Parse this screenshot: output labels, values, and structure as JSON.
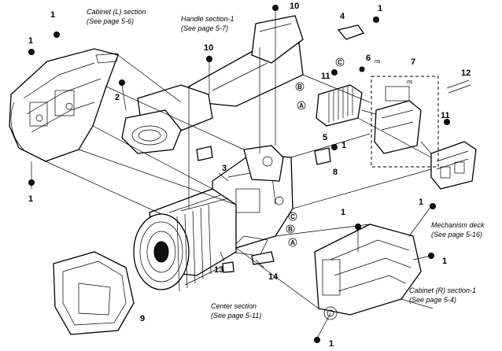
{
  "section_labels": {
    "cabinet_l_title": "Cabinet (L) section",
    "cabinet_l_ref": "(See page 5-6)",
    "handle_title": "Handle section-1",
    "handle_ref": "(See page 5-7)",
    "mechanism_title": "Mechanism deck",
    "mechanism_ref": "(See page 5-16)",
    "cabinet_r_title": "Cabinet (R) section-1",
    "cabinet_r_ref": "(See page 5-4)",
    "center_title": "Center section",
    "center_ref": "(See page 5-11)"
  },
  "callouts": {
    "n1": "1",
    "n2": "2",
    "n3": "3",
    "n4": "4",
    "n5": "5",
    "n6": "6",
    "n7": "7",
    "n8": "8",
    "n9": "9",
    "n10": "10",
    "n11": "11",
    "n12": "12",
    "n13": "13",
    "n14": "14"
  },
  "ns_label": "ns",
  "markers": {
    "a": "A",
    "b": "B",
    "c": "C"
  }
}
